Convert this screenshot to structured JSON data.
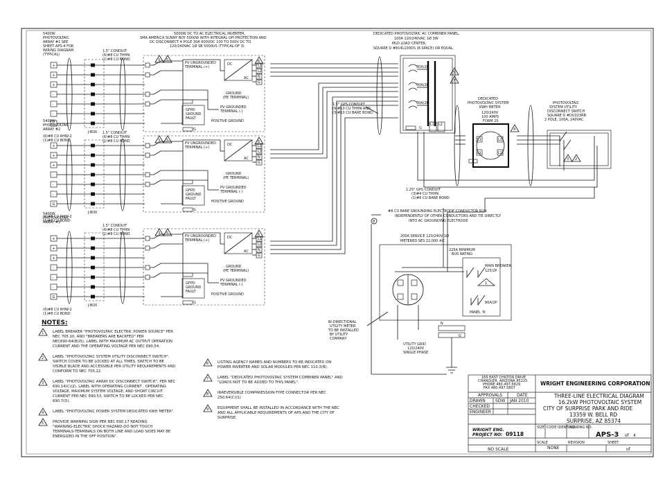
{
  "arrays": [
    {
      "title": [
        "5400W",
        "PHOTOVOLTAIC",
        "ARRAY #1 SEE",
        "SHEET APS-4 FOR",
        "WIRING DIAGRAM",
        "(TYPICAL)"
      ],
      "wire": [
        "(6)#8 CU RHW-2",
        "(1)#8 CU BOND"
      ]
    },
    {
      "title": [
        "5400W",
        "PHOTOVOLTAIC",
        "ARRAY #2"
      ],
      "wire": [
        "(6)#8 CU RHW-2",
        "(1)#8 CU BOND"
      ]
    },
    {
      "title": [
        "5400W",
        "PHOTOVOLTAIC",
        "ARRAY #3"
      ],
      "wire": [
        "(6)#8 CU RHW-2",
        "(1)#8 CU BOND"
      ]
    }
  ],
  "labels": {
    "jbox": "J-BOX",
    "conduit": [
      "1.5\" CONDUIT",
      "(6)#8 CU THHN",
      "(1)#8 CU BOND"
    ],
    "inverter_note": [
      "5000W DC TO AC ELECTRICAL INVERTER,",
      "SMA AMERICA SUNNY BOY 5000W WITH INTEGRAL GFI PROTECTION AND",
      "DC DISCONNECT 4 POLE 30A 600VDC 100 TO 500V DC TO",
      "120/240VAC 1Ø SB 5000US (TYPICAL OF 3)"
    ],
    "pv_ungrounded": [
      "PV UNGROUNDED",
      "TERMINAL (+)"
    ],
    "pv_grounded": [
      "PV GROUNDED",
      "TERMINAL (-)"
    ],
    "ground_pe": [
      "GROUND",
      "(PE TERMINAL)"
    ],
    "gfpd": [
      "GFPD",
      "GROUND",
      "FAULT"
    ],
    "positive_ground": "POSITIVE GROUND",
    "dc": "DC",
    "ac": "AC",
    "combiner": [
      "DEDICATED PHOTOVOLTAIC AC COMBINER PANEL,",
      "100A 120/240VAC 1Ø 3W",
      "MLO LOAD CENTER,",
      "SQUARE D #814L100DS (8-SPACE) OR EQUAL."
    ],
    "gps_conduit_1": [
      "1.5\" GPS CONDUIT",
      "(9)#10 CU THHN AND",
      "(3)#10 CU BARE BOND."
    ],
    "breakers": [
      "30A/2P",
      "30A/2P",
      "30A/2P"
    ],
    "kwh": [
      "DEDICATED",
      "PHOTOVOLTAIC SYSTEM",
      "KWH METER",
      "120/240V",
      "100 AMPS",
      "FORM 2S"
    ],
    "disconnect": [
      "PHOTOVOLTAIC",
      "SYSTEM UTILITY",
      "DISCONNECT SWITCH",
      "SQUARE D #DU323RB",
      "2 POLE, 100A, 240VAC"
    ],
    "gps_conduit_2": [
      "1.25\" GPS CONDUIT",
      "(3)#4 CU THHN",
      "(1)#6 CU BARE BOND"
    ],
    "ground_rod": [
      "#8 CU BARE GROUNDING ELECTRODE CONDUCTOR RUN",
      "INDEPENDENTLY OF OTHER CONDUCTORS AND TIE DIRECTLY",
      "INTO AC GROUNDING ELECTRODE"
    ],
    "service": [
      "200A SERVICE 120/240V 1Ø",
      "METERED SES 22,000 AIC"
    ],
    "bus": [
      "225A MINIMUM",
      "BUS RATING"
    ],
    "main_breaker": [
      "MAIN BREAKER",
      "125/2P"
    ],
    "backfed": "80A/2P",
    "panel": "PANEL 'R'",
    "bidir": [
      "BI-DIRECTIONAL",
      "UTILITY METER",
      "TO BE INSTALLED",
      "BY UTILITY",
      "COMPANY"
    ],
    "utility": [
      "UTILITY GRID",
      "120/240V",
      "SINGLE PHASE"
    ],
    "terms": [
      "+",
      "+",
      "+",
      "-",
      "-",
      "-",
      "G"
    ],
    "l1": "L1",
    "l2": "L2",
    "n": "N",
    "g": "G"
  },
  "notes": {
    "heading": "NOTES:",
    "left": [
      {
        "num": "1",
        "lines": [
          "LABEL BREAKER \"PHOTOVOLTAIC ELECTRIC POWER SOURCE\" PER",
          "NEC 705.10, AND \"BREAKERS ARE BACKFED\" PER",
          "NEC690-64(B)(5). LABEL WITH MAXIMUM AC OUTPUT OPERATION",
          "CURRENT AND THE OPERATING VOLTAGE PER NEC 690.54."
        ]
      },
      {
        "num": "2",
        "lines": [
          "LABEL \"PHOTOVOLTAIC SYSTEM UTILITY DISCONNECT SWITCH\".",
          "SWITCH COVER TO BE LOCKED AT ALL TIMES. SWITCH TO BE",
          "VISIBLE BLADE AND ACCESSIBLE PER UTILITY REQUIREMENTS AND",
          "CONFORM TO NEC 705.22."
        ]
      },
      {
        "num": "3",
        "lines": [
          "LABEL \"PHOTOVOLTAIC ARRAY DC DISCONNECT SWITCH\", PER NEC",
          "690.14(C)(2). LABEL WITH OPERATING CURRENT , OPERATING",
          "VOLTAGE, MAXIMUM SYSTEM VOLTAGE, AND SHORT CIRCUIT",
          "CURRENT PER NEC 690.53. SWITCH TO BE LOCKED PER NEC",
          "690.7(D)."
        ]
      },
      {
        "num": "4",
        "lines": [
          "LABEL \"PHOTOVOLTAIC POWER SYSTEM DEDICATED KWH METER\"."
        ]
      },
      {
        "num": "5",
        "lines": [
          "PROVIDE WARNING SIGN PER NEC 690.17 READING",
          "\"WARNING-ELECTRIC SHOCK HAZARD-DO NOT TOUCH",
          "TERMINALS-TERMINALS ON BOTH LINE AND LOAD SIDES MAY BE",
          "ENERGIZED IN THE OFF POSITION\"."
        ]
      }
    ],
    "right": [
      {
        "num": "6",
        "lines": [
          "LISTING AGENCY NAMES AND NUMBERS TO BE INDICATED ON",
          "POWER INVERTER AND SOLAR MODULES PER NEC 110.3(B)."
        ]
      },
      {
        "num": "7",
        "lines": [
          "LABEL \"DEDICATED PHOTOVOLTAIC SYSTEM COMBINER PANEL\" AND",
          "\"LOADS NOT TO BE ADDED TO THIS PANEL\"."
        ]
      },
      {
        "num": "8",
        "lines": [
          "IRREVERSIBLE COMPRRESSION-TYPE CONNECTOR PER NEC",
          "250.64(C)(1)"
        ]
      },
      {
        "num": "9",
        "lines": [
          "EQUIPMENT SHALL BE INSTALLED IN ACCORDANCE WITH THE NEC",
          "AND ALL APPLICABLE REQUIREMENTS OF APS AND THE CITY OF",
          "SURPRISE."
        ]
      }
    ]
  },
  "title_block": {
    "address": [
      "165 EAST CHILTON DRIVE",
      "CHANDLER, ARIZONA 85225",
      "PHONE 480.497.5829",
      "FAX 480.497.5807"
    ],
    "company": "WRIGHT ENGINEERING CORPORATION",
    "approvals": "APPROVALS",
    "date_h": "DATE",
    "drawn": "DRAWN",
    "drawn_by": "SDW",
    "drawn_date": "JAN 2010",
    "checked": "CHECKED",
    "engineer": "ENGINEER",
    "title": [
      "THREE-LINE ELECTRICAL DIAGRAM",
      "16.2kW PHOTOVOLTAIC SYSTEM",
      "CITY OF SURPRISE PARK AND RIDE",
      "13359 W. BELL RD",
      "SURPRISE, AZ 85374"
    ],
    "project_label": [
      "WRIGHT ENG.",
      "PROJECT NO:"
    ],
    "project_no": "09118",
    "size_h": "SIZE",
    "code_h": "CODE IDENT NO.",
    "dwg_h": "DRAWING NO.",
    "dwg_no": "APS-3",
    "of_label": "of",
    "total_sheets": "4",
    "scale_h": "SCALE",
    "scale": "NONE",
    "rev_h": "REVISION",
    "sheet_h": "SHEET",
    "sheet_of": "of",
    "no_scale": "NO SCALE"
  }
}
